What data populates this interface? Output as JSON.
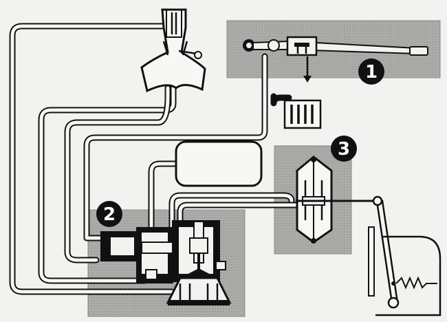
{
  "labels": [
    {
      "id": "panel-1",
      "text": "1"
    },
    {
      "id": "panel-2",
      "text": "2"
    },
    {
      "id": "panel-3",
      "text": "3"
    }
  ],
  "colors": {
    "background": "#f2f2f0",
    "shading": "#a9a9a7",
    "ink": "#111111",
    "pipe_fill": "#f7f7f5"
  }
}
